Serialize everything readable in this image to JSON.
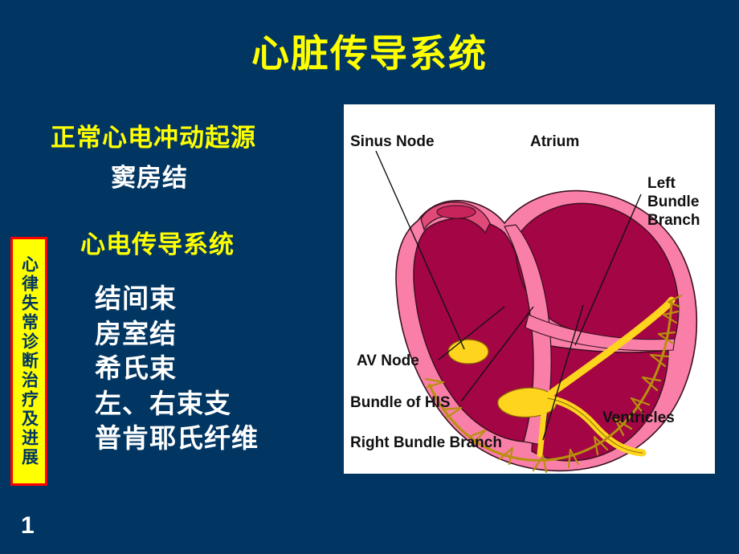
{
  "slide": {
    "title": "心脏传导系统",
    "number": "1",
    "background_color": "#013663",
    "title_color": "#ffff00"
  },
  "side_banner": {
    "text": "心律失常诊断治疗及进展",
    "background_color": "#ffff00",
    "border_color": "#ff0000",
    "text_color": "#013663"
  },
  "content": {
    "origin_heading": "正常心电冲动起源",
    "origin_value": "窦房结",
    "system_heading": "心电传导系统",
    "conduction_items": [
      "结间束",
      "房室结",
      "希氏束",
      "左、右束支",
      "普肯耶氏纤维"
    ]
  },
  "diagram": {
    "background_color": "#ffffff",
    "colors": {
      "myocardium_wall": "#f97fa8",
      "chamber": "#a30545",
      "conduction_yellow": "#ffd41e",
      "purkinje": "#b8900c",
      "label_text": "#111111"
    },
    "labels": {
      "sinus_node": "Sinus Node",
      "atrium": "Atrium",
      "left_bundle_branch_line1": "Left",
      "left_bundle_branch_line2": "Bundle",
      "left_bundle_branch_line3": "Branch",
      "av_node": "AV Node",
      "bundle_of_his": "Bundle of HIS",
      "right_bundle_branch": "Right Bundle Branch",
      "ventricles": "Ventricles"
    }
  }
}
